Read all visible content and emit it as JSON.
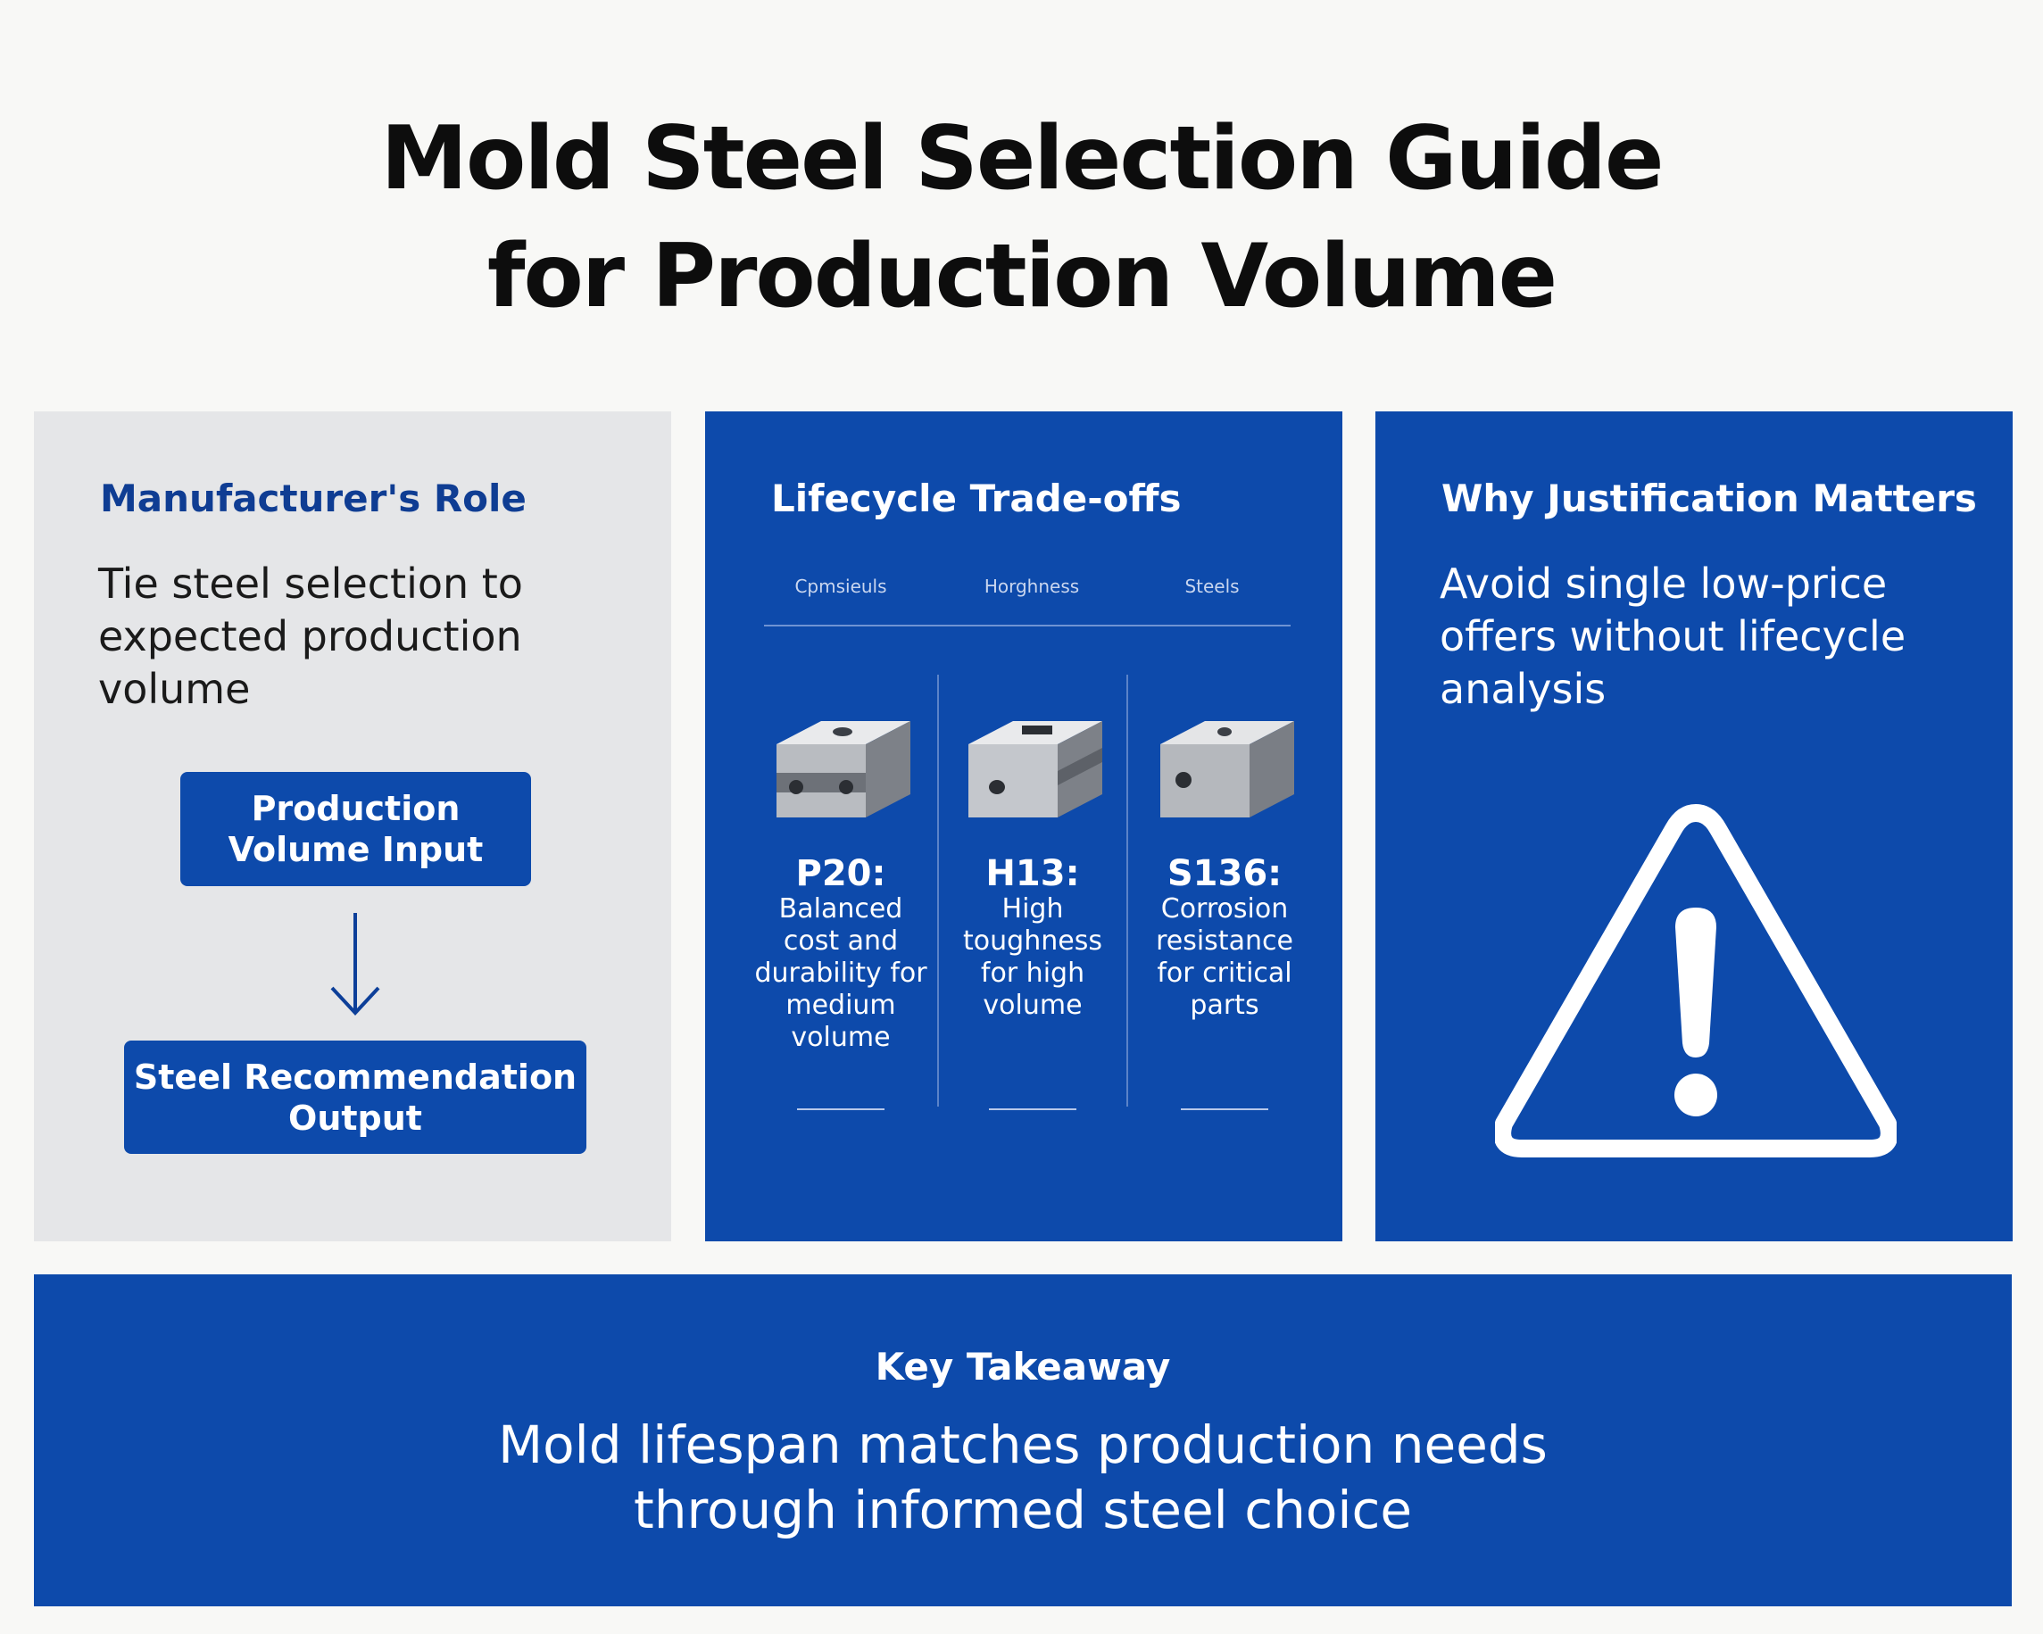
{
  "title": {
    "line1": "Mold Steel Selection Guide",
    "line2": "for Production Volume"
  },
  "manufacturer_role": {
    "heading": "Manufacturer's Role",
    "body": "Tie steel selection to expected production volume",
    "flow": {
      "input_label": "Production Volume Input",
      "output_label": "Steel Recommendation Output"
    }
  },
  "lifecycle": {
    "heading": "Lifecycle Trade-offs",
    "column_headers": [
      "Cpmsieuls",
      "Horghness",
      "Steels"
    ],
    "steels": [
      {
        "name": "P20:",
        "description": "Balanced cost and durability for medium volume"
      },
      {
        "name": "H13:",
        "description": "High toughness for high volume"
      },
      {
        "name": "S136:",
        "description": "Corrosion resistance for critical parts"
      }
    ]
  },
  "justification": {
    "heading": "Why Justification Matters",
    "body": "Avoid single low-price offers without lifecycle analysis"
  },
  "takeaway": {
    "heading": "Key Takeaway",
    "line1": "Mold lifespan matches production needs",
    "line2": "through informed steel choice"
  },
  "icons": [
    "down-arrow-icon",
    "steel-block-icon",
    "warning-icon"
  ],
  "colors": {
    "brand_blue": "#0d4aab",
    "heading_blue": "#0f3d93",
    "light_panel": "#e5e6e8",
    "page_background": "#f8f8f6"
  }
}
